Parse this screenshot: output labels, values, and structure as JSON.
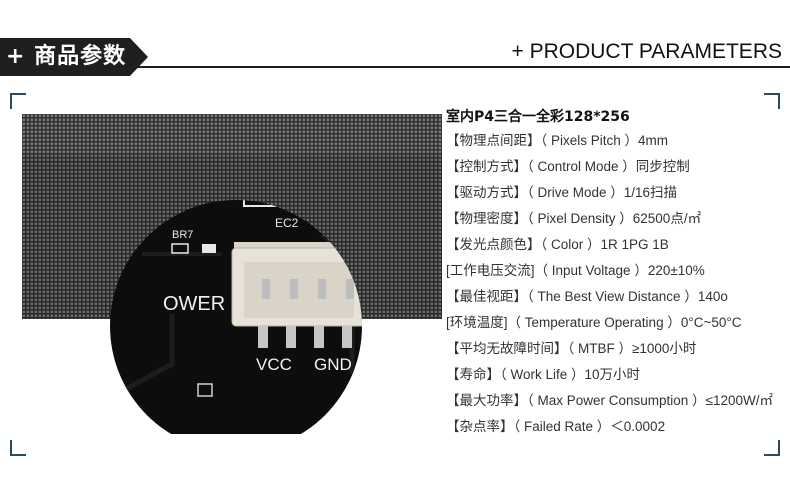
{
  "header": {
    "left_label": "+ 商品参数",
    "right_label": "+ PRODUCT PARAMETERS"
  },
  "photo": {
    "labels": {
      "ec2": "EC2",
      "br7": "BR7",
      "power": "OWER",
      "vcc": "VCC",
      "gnd": "GND",
      "plus": "+"
    }
  },
  "specs": {
    "title": "室内P4三合一全彩128*256",
    "rows": [
      "【物理点间距】（ Pixels Pitch ）4mm",
      "【控制方式】（ Control Mode ）同步控制",
      "【驱动方式】（ Drive Mode ）1/16扫描",
      "【物理密度】（ Pixel Density ）62500点/㎡",
      "【发光点颜色】（ Color ）1R 1PG 1B",
      "[工作电压交流]（ Input Voltage ）220±10%",
      "【最佳视距】（ The Best View Distance ）140o",
      "[环境温度]（ Temperature Operating ）0°C~50°C",
      "【平均无故障时间】（ MTBF ）≥1000小时",
      "【寿命】（ Work Life ）10万小时",
      "【最大功率】（ Max Power Consumption ）≤1200W/㎡",
      "【杂点率】（ Failed Rate ）＜0.0002"
    ]
  },
  "colors": {
    "header_dark": "#1f1f1f",
    "frame_corner": "#2b4a66",
    "board_black": "#0d0d0d"
  }
}
